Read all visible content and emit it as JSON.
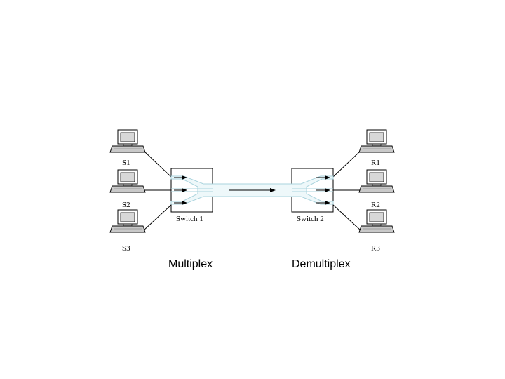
{
  "senders": [
    {
      "label": "S1"
    },
    {
      "label": "S2"
    },
    {
      "label": "S3"
    }
  ],
  "receivers": [
    {
      "label": "R1"
    },
    {
      "label": "R2"
    },
    {
      "label": "R3"
    }
  ],
  "switches": [
    {
      "label": "Switch 1"
    },
    {
      "label": "Switch 2"
    }
  ],
  "captions": {
    "left": "Multiplex",
    "right": "Demultiplex"
  },
  "colors": {
    "pipe": "#a9d3dd",
    "pipe_fill": "#eef8fa",
    "switch_fill": "#ffffff",
    "screen": "#d4d4d4",
    "line": "#000000"
  }
}
